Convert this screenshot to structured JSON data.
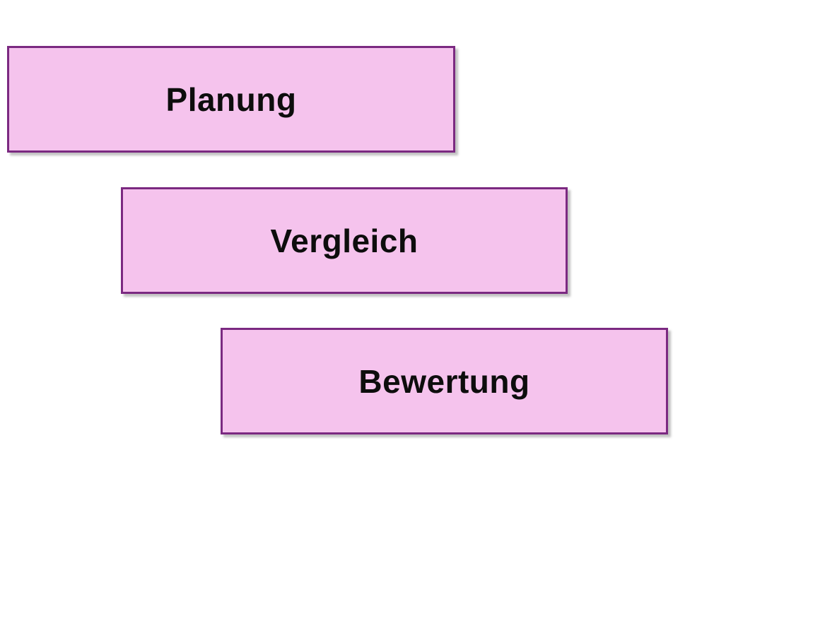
{
  "diagram": {
    "steps": [
      {
        "label": "Planung"
      },
      {
        "label": "Vergleich"
      },
      {
        "label": "Bewertung"
      }
    ],
    "colors": {
      "box_fill": "#F5C3ED",
      "box_border": "#7B2981",
      "text": "#0D0D0D",
      "background": "#FFFFFF"
    }
  }
}
